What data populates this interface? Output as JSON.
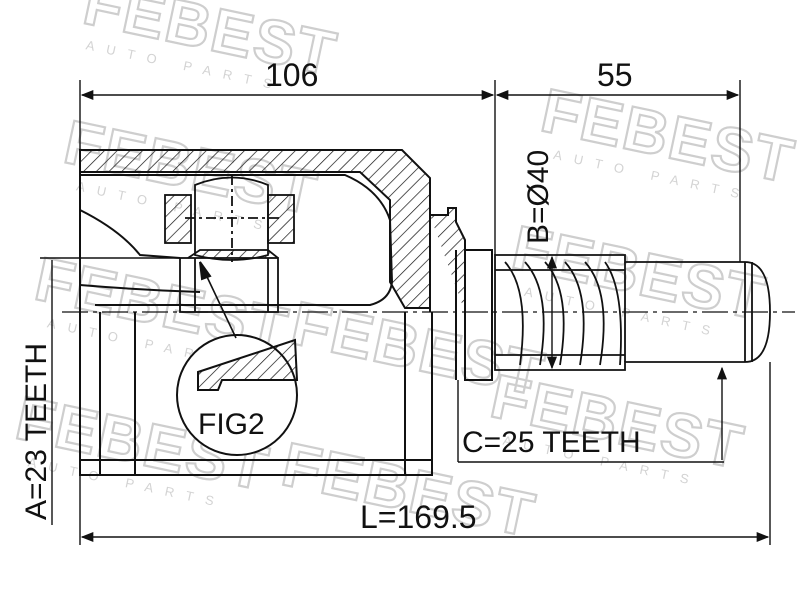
{
  "watermark": {
    "brand": "FEBEST",
    "tagline": "AUTO PARTS"
  },
  "dimensions": {
    "housing_length": "106",
    "shaft_length": "55",
    "shaft_diameter": "B=Ø40",
    "housing_teeth": "A=23 TEETH",
    "shaft_teeth": "C=25 TEETH",
    "total_length": "L=169.5"
  },
  "detail_label": "FIG2",
  "colors": {
    "line": "#111111",
    "watermark": "#c9c9c9",
    "background": "#ffffff"
  }
}
